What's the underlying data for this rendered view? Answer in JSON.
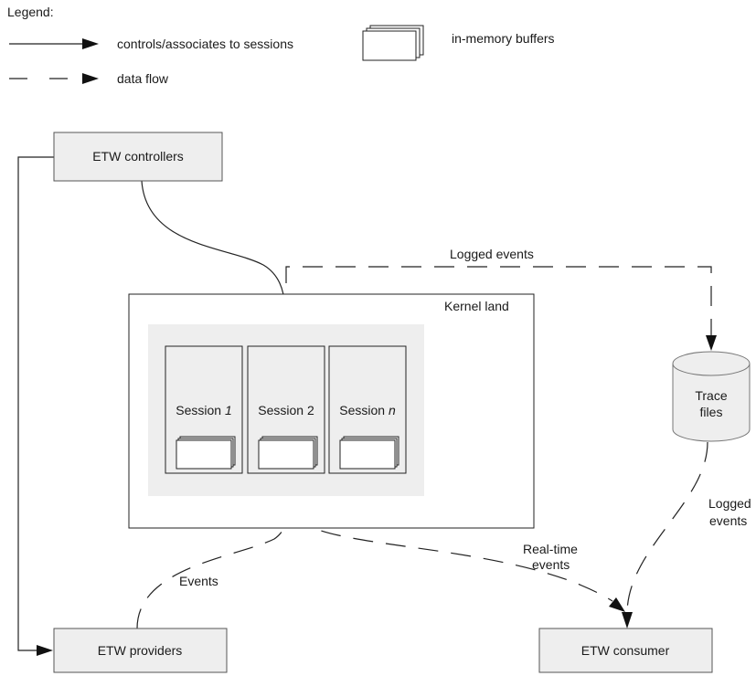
{
  "legend": {
    "title": "Legend:",
    "solid_arrow_label": "controls/associates to sessions",
    "dashed_arrow_label": "data flow",
    "buffers_label": "in-memory buffers"
  },
  "nodes": {
    "controllers": "ETW controllers",
    "providers": "ETW providers",
    "consumer": "ETW consumer",
    "kernel_land": "Kernel land",
    "trace_files_line1": "Trace",
    "trace_files_line2": "files"
  },
  "sessions": [
    {
      "label": "Session ",
      "index": "1"
    },
    {
      "label": "Session 2",
      "index": ""
    },
    {
      "label": "Session ",
      "index": "n"
    }
  ],
  "edge_labels": {
    "logged_events_top": "Logged events",
    "logged_events_right_line1": "Logged",
    "logged_events_right_line2": "events",
    "realtime_line1": "Real-time",
    "realtime_line2": "events",
    "events": "Events"
  }
}
